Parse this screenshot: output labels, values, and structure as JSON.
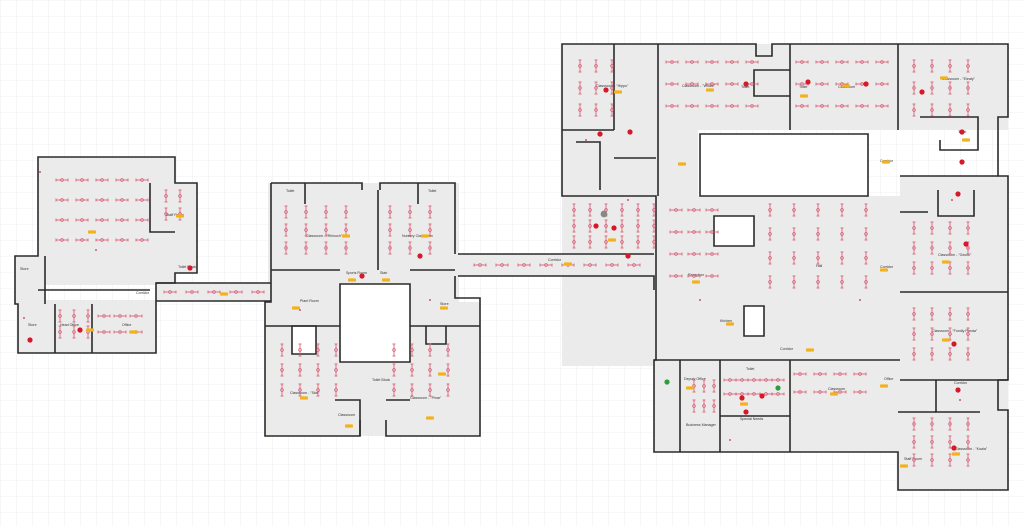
{
  "rooms": [
    {
      "id": "r1",
      "label": "Classroom - \"Hippo\"",
      "sub": "Room"
    },
    {
      "id": "r2",
      "label": "Classroom - \"Whale\"",
      "sub": "Room"
    },
    {
      "id": "r3",
      "label": "Toilet",
      "sub": ""
    },
    {
      "id": "r4",
      "label": "Toilet",
      "sub": ""
    },
    {
      "id": "r5",
      "label": "Classroom",
      "sub": "Room"
    },
    {
      "id": "r6",
      "label": "Classroom - \"Eleaty\"",
      "sub": "Room"
    },
    {
      "id": "r7",
      "label": "Toilet",
      "sub": ""
    },
    {
      "id": "r8",
      "label": "Classroom - \"Gecko\"",
      "sub": "Room"
    },
    {
      "id": "r9",
      "label": "Classroom - \"Fondly Panda\"",
      "sub": "Room"
    },
    {
      "id": "r10",
      "label": "Classroom - \"Koala\"",
      "sub": "Room"
    },
    {
      "id": "r11",
      "label": "Corridor",
      "sub": ""
    },
    {
      "id": "r12",
      "label": "Corridor",
      "sub": ""
    },
    {
      "id": "r13",
      "label": "Corridor",
      "sub": ""
    },
    {
      "id": "r14",
      "label": "Corridor",
      "sub": ""
    },
    {
      "id": "r15",
      "label": "Corridor",
      "sub": ""
    },
    {
      "id": "r16",
      "label": "Classroom - \"Rhinoch\"",
      "sub": "Room"
    },
    {
      "id": "r17",
      "label": "Nursery Classroom",
      "sub": "Room"
    },
    {
      "id": "r18",
      "label": "Classroom - \"Star\"",
      "sub": "Room"
    },
    {
      "id": "r19",
      "label": "Classroom - \"Pinar\"",
      "sub": "Room"
    },
    {
      "id": "r20",
      "label": "Toilet",
      "sub": ""
    },
    {
      "id": "r21",
      "label": "Toilet",
      "sub": ""
    },
    {
      "id": "r22",
      "label": "Toilet Block",
      "sub": ""
    },
    {
      "id": "r23",
      "label": "Classroom",
      "sub": ""
    },
    {
      "id": "r24",
      "label": "Staff Room",
      "sub": ""
    },
    {
      "id": "r25",
      "label": "Head Office",
      "sub": ""
    },
    {
      "id": "r26",
      "label": "Store",
      "sub": ""
    },
    {
      "id": "r27",
      "label": "Office",
      "sub": ""
    },
    {
      "id": "r28",
      "label": "Hall",
      "sub": ""
    },
    {
      "id": "r29",
      "label": "Kitchen",
      "sub": ""
    },
    {
      "id": "r30",
      "label": "Reception",
      "sub": ""
    },
    {
      "id": "r31",
      "label": "Deputy Office",
      "sub": ""
    },
    {
      "id": "r32",
      "label": "Toilet",
      "sub": ""
    },
    {
      "id": "r33",
      "label": "Classroom",
      "sub": ""
    },
    {
      "id": "r34",
      "label": "Business Manager",
      "sub": ""
    },
    {
      "id": "r35",
      "label": "Special Needs",
      "sub": ""
    },
    {
      "id": "r36",
      "label": "Staff Room",
      "sub": ""
    },
    {
      "id": "r37",
      "label": "Store",
      "sub": ""
    },
    {
      "id": "r38",
      "label": "Toilet Block",
      "sub": ""
    },
    {
      "id": "r39",
      "label": "Sports Room",
      "sub": ""
    },
    {
      "id": "r40",
      "label": "Stair",
      "sub": ""
    },
    {
      "id": "r41",
      "label": "Plant Room",
      "sub": ""
    },
    {
      "id": "r42",
      "label": "Store",
      "sub": ""
    },
    {
      "id": "r43",
      "label": "Office",
      "sub": ""
    },
    {
      "id": "r44",
      "label": "Corridor",
      "sub": ""
    }
  ],
  "colors": {
    "floor": "#ebebeb",
    "wall": "#2b2b2b",
    "grid": "#e2e2ec",
    "fixture": "#d9546e",
    "marker_orange": "#f2b21e",
    "marker_red": "#d6192a",
    "marker_green": "#2e9e3a"
  },
  "icons": {
    "light": "fluorescent-light-icon",
    "detector": "smoke-detector-icon",
    "extinguisher": "fire-extinguisher-icon",
    "sign": "exit-sign-icon"
  }
}
